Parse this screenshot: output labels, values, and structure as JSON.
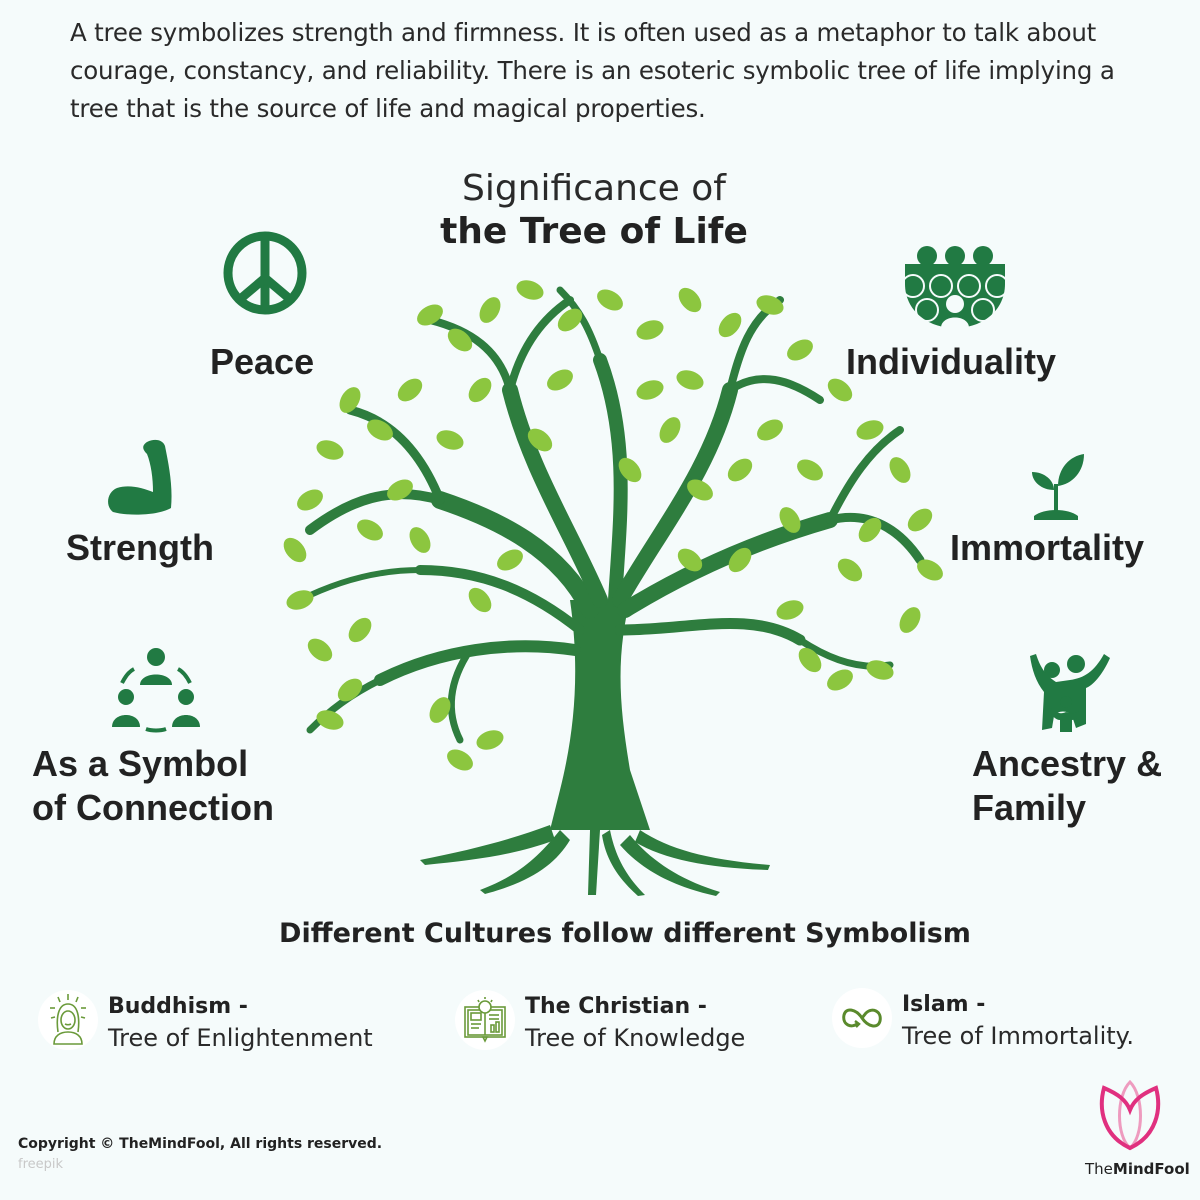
{
  "intro": {
    "text": "A tree symbolizes strength and firmness.  It is often used as a metaphor to talk about courage, constancy, and reliability. There is an esoteric symbolic tree of life implying a tree that is the source of life and magical properties."
  },
  "title": {
    "line1": "Significance of",
    "line2": "the Tree of Life"
  },
  "significance": {
    "left": [
      {
        "label": "Peace",
        "icon": "peace-icon"
      },
      {
        "label": "Strength",
        "icon": "flexed-arm-icon"
      },
      {
        "label_line1": "As a Symbol",
        "label_line2": "of Connection",
        "icon": "connected-people-icon"
      }
    ],
    "right": [
      {
        "label": "Individuality",
        "icon": "crowd-individual-icon"
      },
      {
        "label": "Immortality",
        "icon": "sprout-icon"
      },
      {
        "label_line1": "Ancestry &",
        "label_line2": "Family",
        "icon": "family-icon"
      }
    ]
  },
  "cultures": {
    "title": "Different Cultures follow different Symbolism",
    "items": [
      {
        "name": "Buddhism -",
        "desc": "Tree of Enlightenment",
        "icon": "enlightened-person-icon"
      },
      {
        "name": "The Christian -",
        "desc": "Tree of Knowledge",
        "icon": "knowledge-book-icon"
      },
      {
        "name": "Islam -",
        "desc": "Tree of Immortality.",
        "icon": "infinity-icon"
      }
    ]
  },
  "footer": {
    "copyright": "Copyright © TheMindFool, All rights reserved.",
    "credit": "freepik",
    "brand_light": "The",
    "brand_bold": "MindFool"
  },
  "colors": {
    "icon_green": "#217a43",
    "leaf_green": "#8cc63f",
    "trunk_green": "#2e7d3e",
    "culture_icon_green": "#6a9a3a",
    "logo_pink": "#e0307f",
    "logo_light_pink": "#ee9bbf",
    "background": "#f5fbfb"
  }
}
